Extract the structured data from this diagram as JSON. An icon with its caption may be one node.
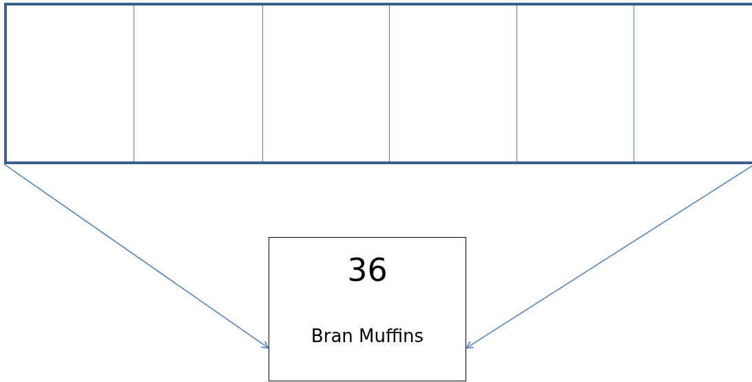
{
  "diagram": {
    "nodes": [
      {
        "text": [],
        "shape": "bar"
      },
      {
        "text": [
          "36",
          "Bran Muffins"
        ]
      }
    ],
    "edges": [
      {
        "from": 0,
        "to": 1,
        "arrow": "to"
      },
      {
        "from": 0,
        "to": 1,
        "arrow": "to"
      }
    ]
  }
}
